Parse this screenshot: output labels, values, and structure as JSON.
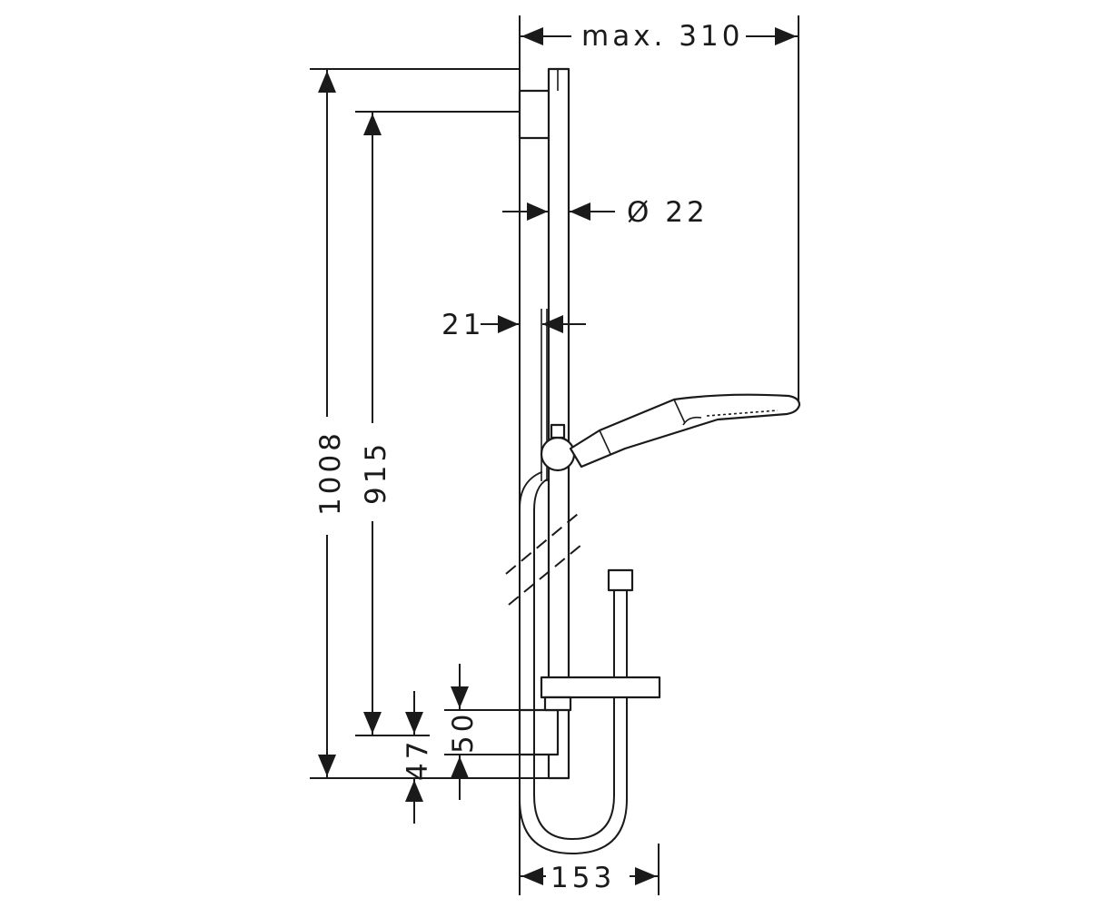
{
  "dimensions": {
    "max_reach": "max. 310",
    "bar_diameter": "Ø 22",
    "wall_gap": "21",
    "total_height": "1008",
    "mount_spacing": "915",
    "bottom_bracket": "47",
    "bracket_height": "50",
    "hose_loop_width": "153"
  },
  "colors": {
    "line": "#1a1a1a",
    "background": "#ffffff"
  }
}
